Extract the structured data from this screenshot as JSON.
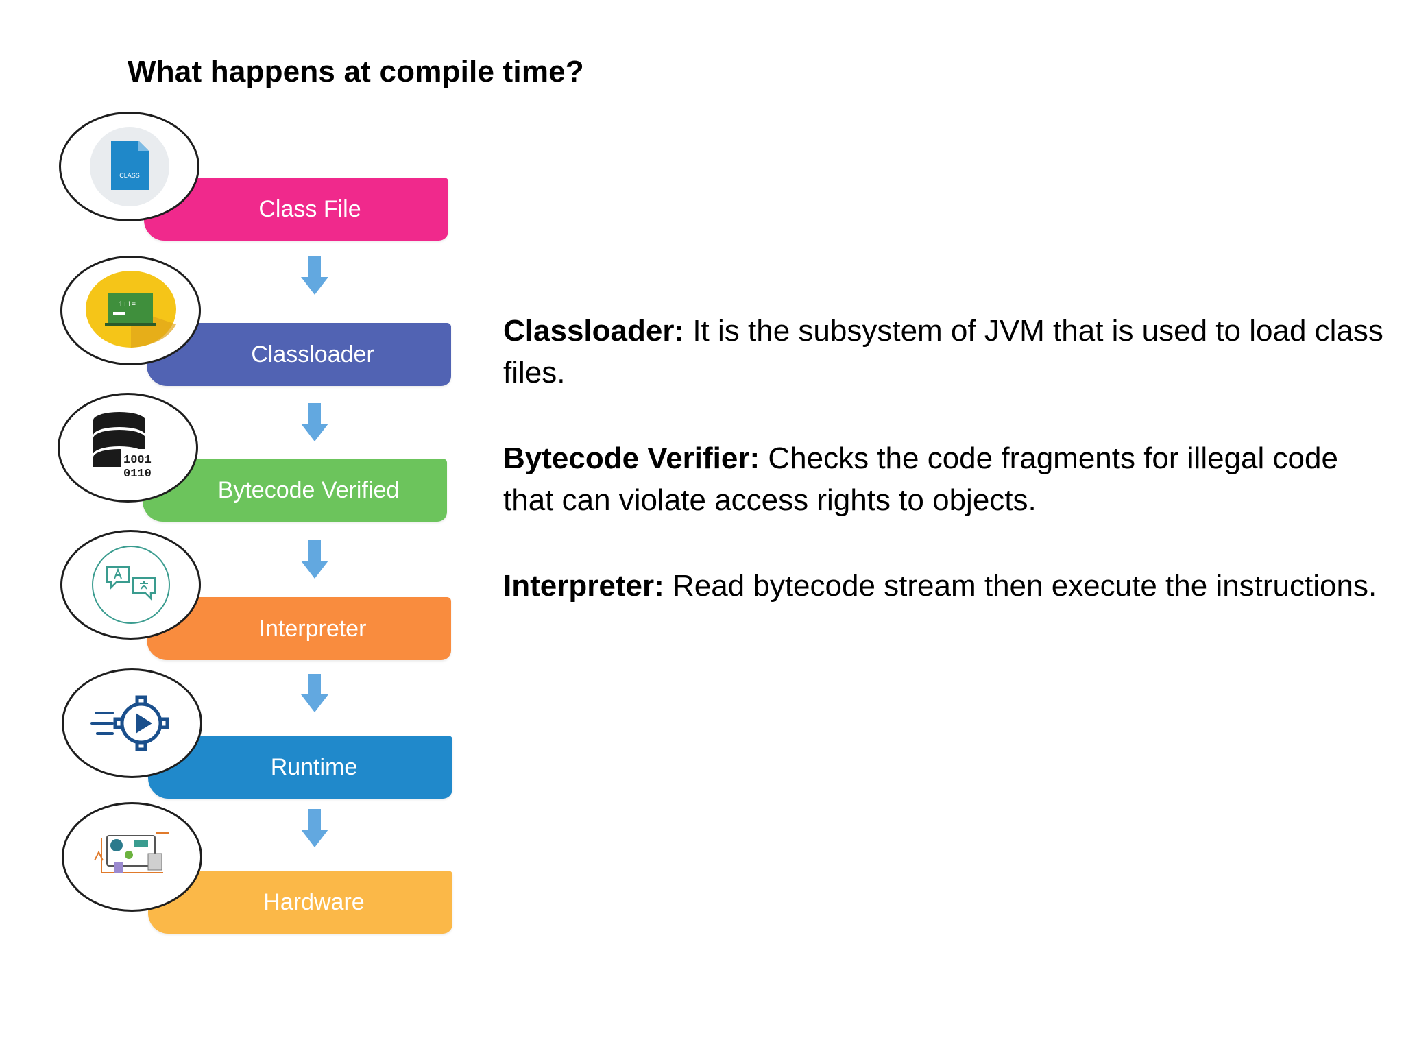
{
  "title": "What happens at compile time?",
  "flow": {
    "steps": [
      {
        "label": "Class File",
        "color": "#f0298c",
        "icon": "class-file-icon"
      },
      {
        "label": "Classloader",
        "color": "#5163b3",
        "icon": "classloader-board-icon"
      },
      {
        "label": "Bytecode Verified",
        "color": "#6cc45c",
        "icon": "database-binary-icon"
      },
      {
        "label": "Interpreter",
        "color": "#f98c3e",
        "icon": "translate-chat-icon"
      },
      {
        "label": "Runtime",
        "color": "#2089cb",
        "icon": "gear-play-icon"
      },
      {
        "label": "Hardware",
        "color": "#fbb848",
        "icon": "hardware-circuit-icon"
      }
    ],
    "arrow_color": "#62a8e0",
    "icon_badge": "CLASS",
    "icon_board": "1+1=",
    "icon_bits": [
      "1001",
      "0110"
    ]
  },
  "descriptions": [
    {
      "term": "Classloader:",
      "text": " It is the subsystem of JVM that is used to load class files."
    },
    {
      "term": "Bytecode Verifier:",
      "text": " Checks the code fragments for illegal code that can violate access rights to objects."
    },
    {
      "term": "Interpreter:",
      "text": " Read bytecode stream then execute the instructions."
    }
  ]
}
